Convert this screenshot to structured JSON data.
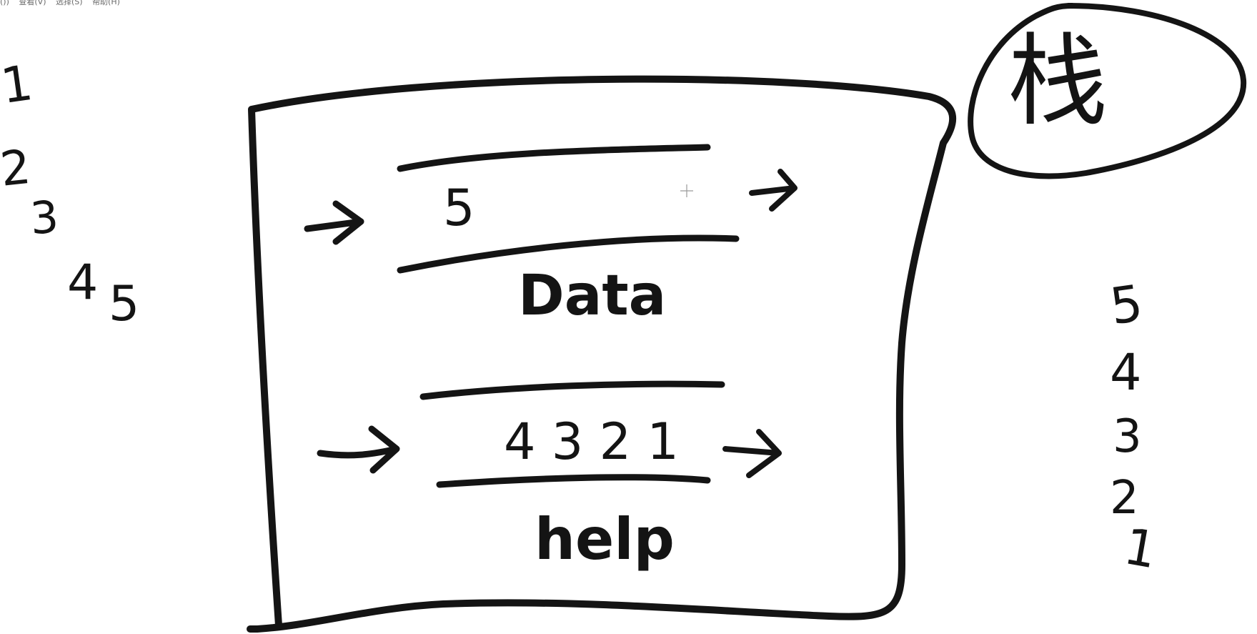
{
  "menu": {
    "items": [
      "())",
      "查看(V)",
      "选择(S)",
      "帮助(H)"
    ]
  },
  "left_sequence": [
    "1",
    "2",
    "3",
    "4",
    "5"
  ],
  "box": {
    "top_queue_value": "5",
    "top_queue_label": "Data",
    "bottom_queue_value": "4 3 2 1",
    "bottom_queue_label": "help"
  },
  "circled_title": "栈",
  "right_sequence": [
    "5",
    "4",
    "3",
    "2",
    "1"
  ]
}
